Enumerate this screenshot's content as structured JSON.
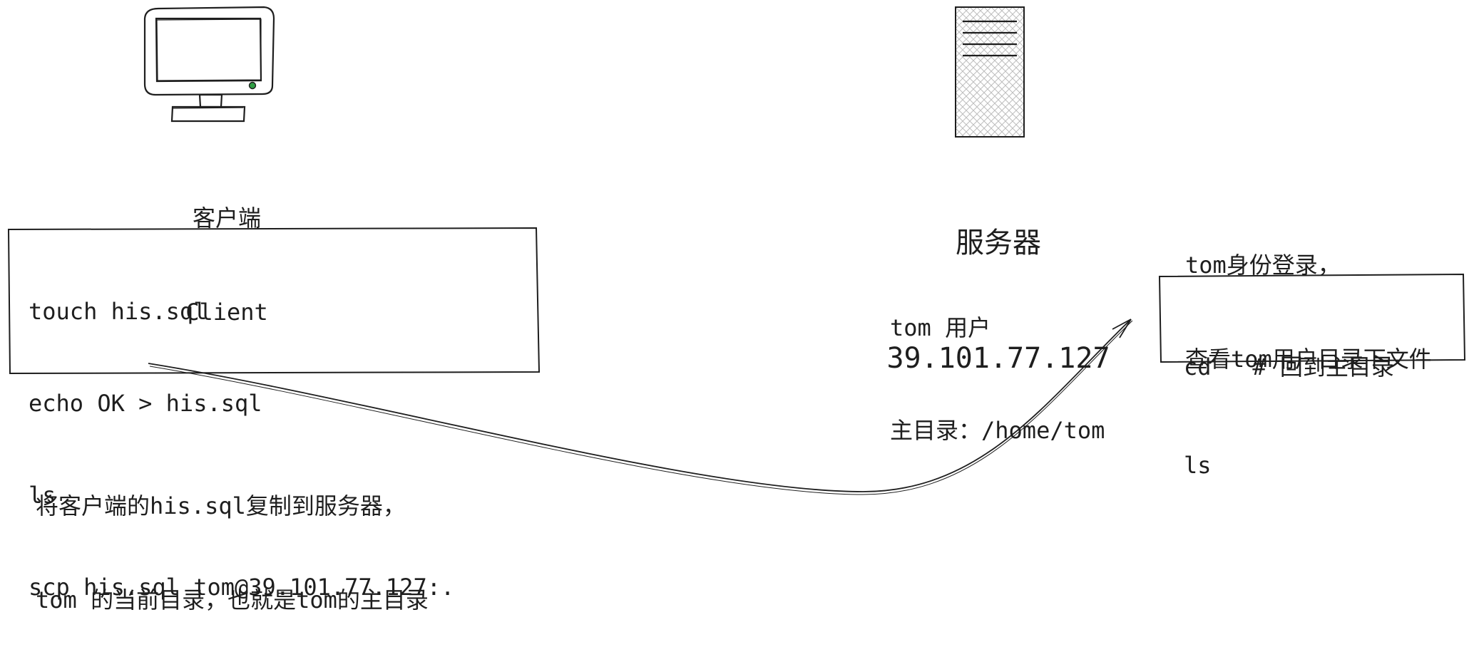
{
  "client": {
    "label_cn": "客户端",
    "label_en": "Client",
    "commands": [
      "touch his.sql",
      "echo OK > his.sql",
      "ls",
      "scp his.sql tom@39.101.77.127:."
    ]
  },
  "server": {
    "label_cn": "服务器",
    "ip": "39.101.77.127",
    "user_line": "tom 用户",
    "home_line": "主目录：/home/tom",
    "note_lines": [
      "tom身份登录，",
      "查看tom用户目录下文件"
    ],
    "commands": [
      "cd   # 回到主目录",
      "ls"
    ]
  },
  "arrow_note": {
    "lines": [
      "将客户端的his.sql复制到服务器，",
      "tom 的当前目录，也就是tom的主目录"
    ]
  },
  "colors": {
    "stroke": "#1e1e1e",
    "led": "#2f9e44",
    "hatch": "#bfbfbf"
  }
}
